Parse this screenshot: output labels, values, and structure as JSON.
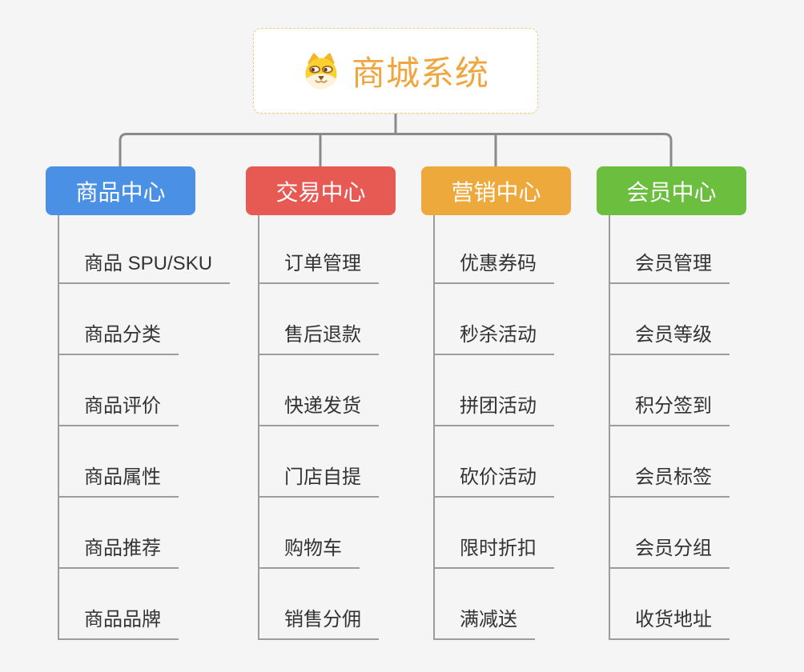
{
  "root": {
    "title": "商城系统",
    "accent_color": "#f0a63e",
    "border_color": "#f4c97b",
    "icon": "doge-icon"
  },
  "connector": {
    "trunk_color": "#8a8a8a",
    "branch_line_color": "#9c9c9c"
  },
  "branches": [
    {
      "label": "商品中心",
      "color": "#4a90e4",
      "items": [
        "商品 SPU/SKU",
        "商品分类",
        "商品评价",
        "商品属性",
        "商品推荐",
        "商品品牌"
      ]
    },
    {
      "label": "交易中心",
      "color": "#e75a54",
      "items": [
        "订单管理",
        "售后退款",
        "快递发货",
        "门店自提",
        "购物车",
        "销售分佣"
      ]
    },
    {
      "label": "营销中心",
      "color": "#eea93c",
      "items": [
        "优惠券码",
        "秒杀活动",
        "拼团活动",
        "砍价活动",
        "限时折扣",
        "满减送"
      ]
    },
    {
      "label": "会员中心",
      "color": "#6cbe3f",
      "items": [
        "会员管理",
        "会员等级",
        "积分签到",
        "会员标签",
        "会员分组",
        "收货地址"
      ]
    }
  ]
}
